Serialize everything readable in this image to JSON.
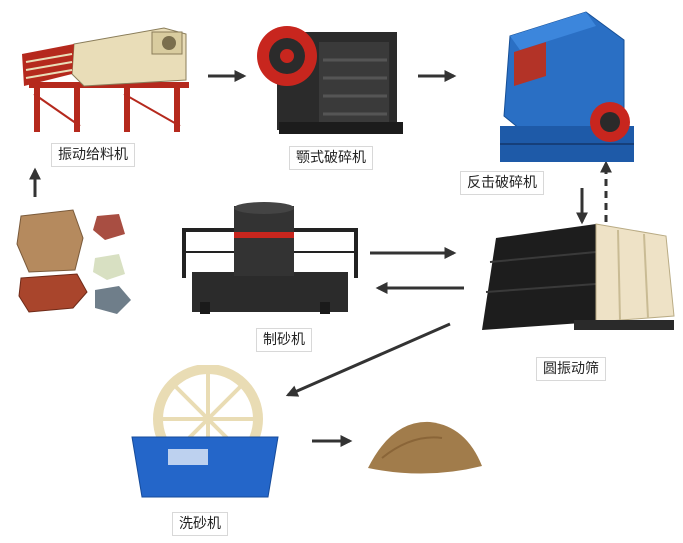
{
  "diagram": {
    "nodes": [
      {
        "id": "feeder",
        "label": "振动给料机"
      },
      {
        "id": "jaw",
        "label": "颚式破碎机"
      },
      {
        "id": "impact",
        "label": "反击破碎机"
      },
      {
        "id": "sandmaker",
        "label": "制砂机"
      },
      {
        "id": "screen",
        "label": "圆振动筛"
      },
      {
        "id": "washer",
        "label": "洗砂机"
      }
    ],
    "edges": [
      {
        "from": "raw",
        "to": "feeder"
      },
      {
        "from": "feeder",
        "to": "jaw"
      },
      {
        "from": "jaw",
        "to": "impact"
      },
      {
        "from": "impact",
        "to": "screen"
      },
      {
        "from": "screen",
        "to": "impact",
        "style": "dashed"
      },
      {
        "from": "sandmaker",
        "to": "screen"
      },
      {
        "from": "screen",
        "to": "sandmaker"
      },
      {
        "from": "screen",
        "to": "washer"
      },
      {
        "from": "washer",
        "to": "sand"
      }
    ]
  },
  "colors": {
    "arrow": "#333333",
    "feeder_body": "#e9ddb8",
    "feeder_frame": "#b5291d",
    "jaw_body": "#2b2b2b",
    "jaw_wheel": "#c8261e",
    "impact_body": "#2a6fc4",
    "impact_base": "#1e5aa8",
    "screen_body": "#1d1d1d",
    "screen_panel": "#eee2c6",
    "washer_body": "#2466c9",
    "sand": "#a17c4b"
  }
}
